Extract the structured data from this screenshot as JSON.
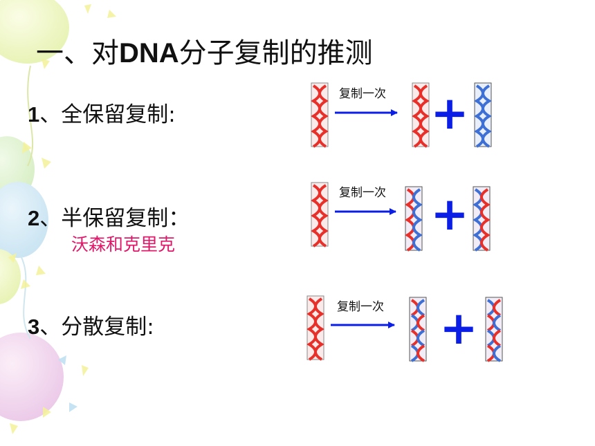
{
  "title": {
    "prefix": "一、对",
    "bold": "DNA",
    "suffix": "分子复制的推测"
  },
  "models": [
    {
      "number": "1",
      "text": "、全保留复制:",
      "arrow_label": "复制一次"
    },
    {
      "number": "2",
      "text": "、半保留复制：",
      "arrow_label": "复制一次",
      "note": "沃森和克里克"
    },
    {
      "number": "3",
      "text": "、分散复制:",
      "arrow_label": "复制一次"
    }
  ],
  "plus_symbol": "+",
  "colors": {
    "parent_strand": "#e8302a",
    "new_strand": "#3d6fd4",
    "arrow": "#0a1ee6",
    "plus": "#0a1ee6",
    "note": "#e0186a"
  }
}
